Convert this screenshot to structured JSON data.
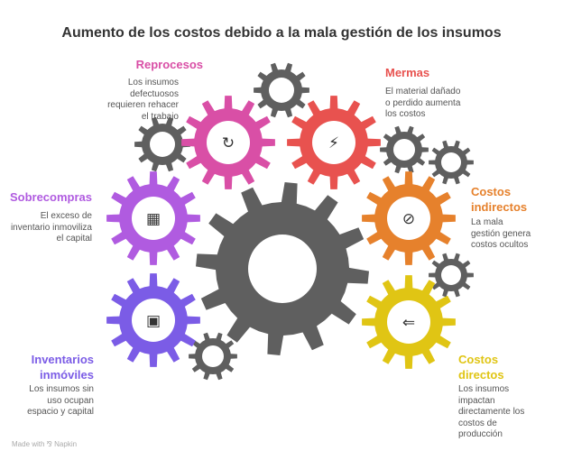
{
  "title": "Aumento de los costos debido a la mala gestión de los insumos",
  "items": [
    {
      "title": "Reprocesos",
      "desc": "Los insumos defectuosos requieren rehacer el trabajo",
      "color": "#d94fa6",
      "icon": "refresh-icon"
    },
    {
      "title": "Mermas",
      "desc": "El material dañado o perdido aumenta los costos",
      "color": "#e8524f",
      "icon": "broken-item-icon"
    },
    {
      "title": "Sobrecompras",
      "desc": "El exceso de inventario inmoviliza el capital",
      "color": "#b05be0",
      "icon": "warehouse-network-icon"
    },
    {
      "title": "Costos indirectos",
      "desc": "La mala gestión genera costos ocultos",
      "color": "#e6812c",
      "icon": "no-money-icon"
    },
    {
      "title": "Inventarios inmóviles",
      "desc": "Los insumos sin uso ocupan espacio y capital",
      "color": "#7b5ce6",
      "icon": "warehouse-boxes-icon"
    },
    {
      "title": "Costos directos",
      "desc": "Los insumos impactan directamente los costos de producción",
      "color": "#e0c514",
      "icon": "conveyor-icon"
    }
  ],
  "gear_color": "#5f5f5f",
  "footer": "Made with ⅋ Napkin"
}
